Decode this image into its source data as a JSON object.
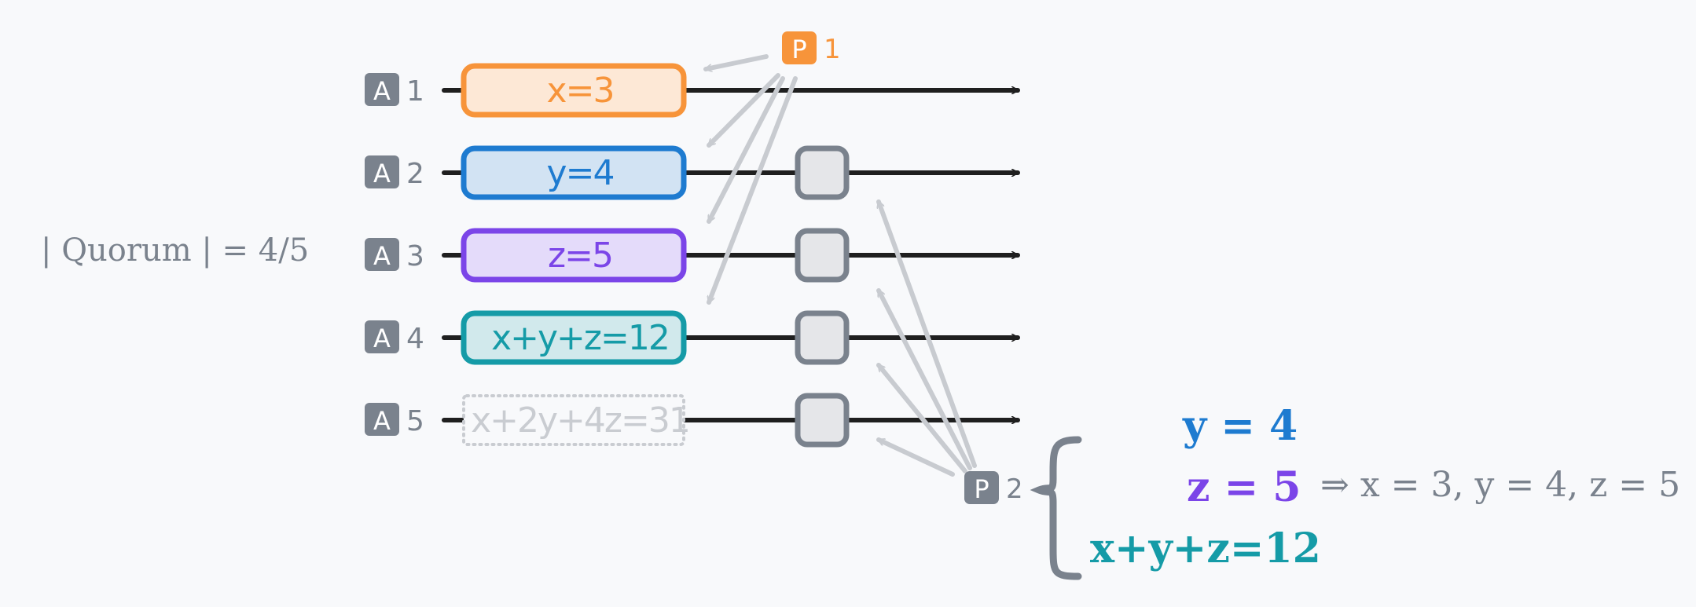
{
  "quorum_label": "| Quorum | = 4/5",
  "acceptors": [
    {
      "badge": "A",
      "index": "1",
      "value": "x=3",
      "color": "#f7943a",
      "fill": "#fde8d6",
      "style": "solid",
      "text_color": "#f7943a",
      "has_slot": false
    },
    {
      "badge": "A",
      "index": "2",
      "value": "y=4",
      "color": "#1e7bd0",
      "fill": "#d2e3f3",
      "style": "solid",
      "text_color": "#1e7bd0",
      "has_slot": true
    },
    {
      "badge": "A",
      "index": "3",
      "value": "z=5",
      "color": "#7b45e8",
      "fill": "#e4dbfa",
      "style": "solid",
      "text_color": "#7b45e8",
      "has_slot": true
    },
    {
      "badge": "A",
      "index": "4",
      "value": "x+y+z=12",
      "color": "#159ba7",
      "fill": "#d1e9ec",
      "style": "solid",
      "text_color": "#159ba7",
      "has_slot": true
    },
    {
      "badge": "A",
      "index": "5",
      "value": "x+2y+4z=31",
      "color": "#c9ccd1",
      "fill": "none",
      "style": "dotted",
      "text_color": "#c9ccd1",
      "has_slot": true
    }
  ],
  "proposers": [
    {
      "badge": "P",
      "index": "1",
      "color": "#f7943a"
    },
    {
      "badge": "P",
      "index": "2",
      "color": "#7a828d"
    }
  ],
  "equations": [
    {
      "text": "y = 4",
      "color": "#1e7bd0"
    },
    {
      "text": "z = 5",
      "color": "#7b45e8"
    },
    {
      "text": "x+y+z=12",
      "color": "#159ba7"
    }
  ],
  "result": "⇒ x = 3, y = 4, z = 5",
  "colors": {
    "badge_gray": "#7a828d",
    "arrow_gray": "#c8cbd0",
    "line_dark": "#1f1f1f",
    "slot_fill": "#e5e6e9",
    "text_gray": "#7a828d"
  }
}
